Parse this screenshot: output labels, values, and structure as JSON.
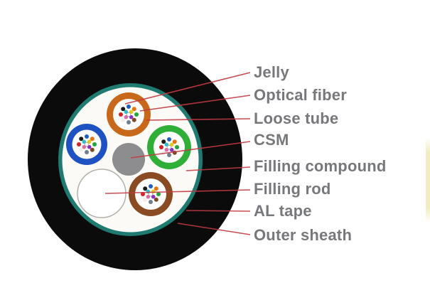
{
  "figure": {
    "kind": "fiber-optic-cable-cross-section",
    "labels": [
      {
        "text": "Jelly"
      },
      {
        "text": "Optical fiber"
      },
      {
        "text": "Loose tube"
      },
      {
        "text": "CSM"
      },
      {
        "text": "Filling compound"
      },
      {
        "text": "Filling rod"
      },
      {
        "text": "AL tape"
      },
      {
        "text": "Outer sheath"
      }
    ],
    "colors": {
      "outer_sheath": "#0b0b0c",
      "al_tape": "#1f7b71",
      "filling_compound": "#fcfaf6",
      "loose_tube_orange": "#c8681b",
      "loose_tube_blue": "#1e51c2",
      "loose_tube_green": "#2fae38",
      "loose_tube_brown": "#8a4a22",
      "csm": "#8d8d8f",
      "jelly": "#fdfdfc",
      "filling_rod": "#ffffff",
      "filling_rod_border": "#b3b1ac",
      "leader_line": "#c23a42",
      "label_text": "#77787b",
      "edge_artifact": "#f1ebbd"
    },
    "fiber_colors": [
      "#1f5fc4",
      "#e87511",
      "#23a638",
      "#7b4a21",
      "#708090",
      "#efefec",
      "#d42027",
      "#1a1a1a",
      "#e3cc1e",
      "#8b2fc9",
      "#e06aa8",
      "#2bc0c9"
    ]
  }
}
